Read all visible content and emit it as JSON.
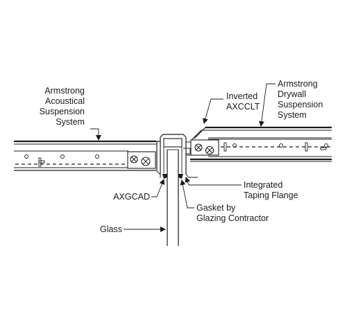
{
  "labels": {
    "armstrong_acoustical": [
      "Armstrong",
      "Acoustical",
      "Suspension",
      "System"
    ],
    "inverted_axcclt": [
      "Inverted",
      "AXCCLT"
    ],
    "armstrong_drywall": [
      "Armstrong",
      "Drywall",
      "Suspension",
      "System"
    ],
    "axgcad": "AXGCAD",
    "integrated_flange": [
      "Integrated",
      "Taping Flange"
    ],
    "gasket": [
      "Gasket by",
      "Glazing Contractor"
    ],
    "glass": "Glass"
  },
  "colors": {
    "line": "#1a1a1a",
    "background": "#ffffff"
  }
}
